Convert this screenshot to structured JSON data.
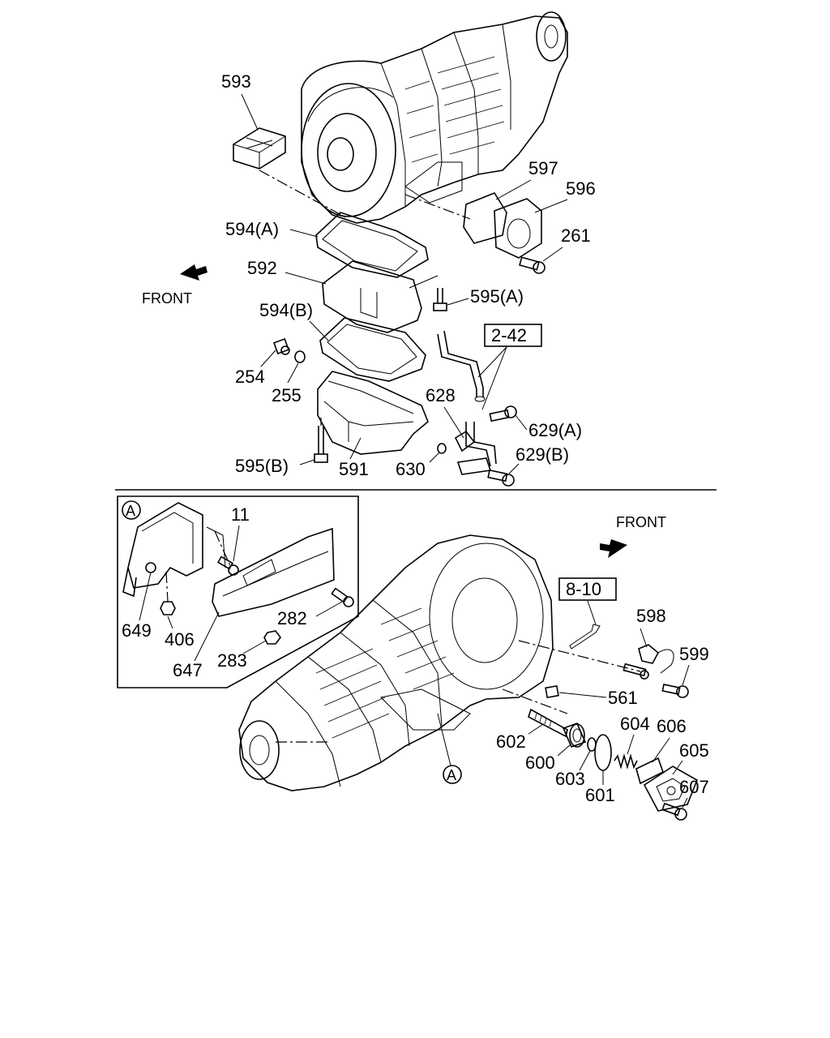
{
  "labels": {
    "p593": "593",
    "p597": "597",
    "p596": "596",
    "p261": "261",
    "p594a": "594(A)",
    "p592": "592",
    "p595a": "595(A)",
    "p594b": "594(B)",
    "p242": "2-42",
    "p254": "254",
    "p255": "255",
    "p628": "628",
    "p629a": "629(A)",
    "p629b": "629(B)",
    "p595b": "595(B)",
    "p591": "591",
    "p630": "630",
    "front_top": "FRONT",
    "inset_tag": "A",
    "p11": "11",
    "p649": "649",
    "p406": "406",
    "p282": "282",
    "p283": "283",
    "p647": "647",
    "front_bottom": "FRONT",
    "p810": "8-10",
    "p598": "598",
    "p599": "599",
    "p561": "561",
    "p602": "602",
    "p604": "604",
    "p606": "606",
    "p605": "605",
    "p600": "600",
    "p603": "603",
    "p601": "601",
    "p607": "607",
    "callout_a": "A"
  }
}
